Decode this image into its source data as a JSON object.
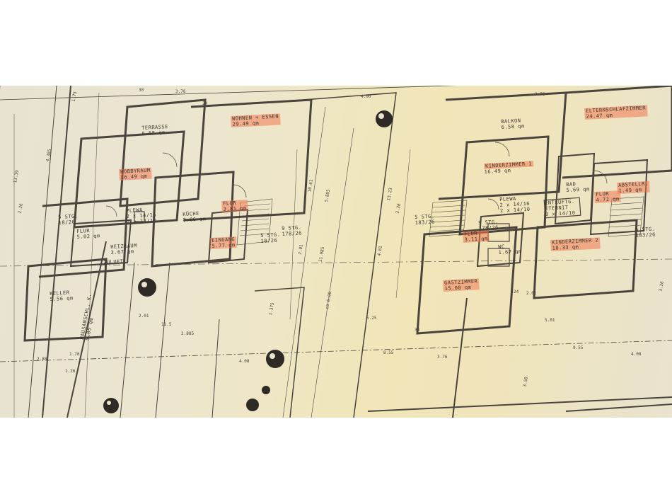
{
  "rooms": {
    "terrasse": {
      "name": "TERRASSE",
      "area": "6.58 qm"
    },
    "wohnen": {
      "name": "WOHNEN + ESSEN",
      "area": "29.49 qm"
    },
    "hobbyraum": {
      "name": "HOBBYRAUM",
      "area": "16.49 qm"
    },
    "kueche": {
      "name": "KÜCHE",
      "area": "8.06 qm"
    },
    "flur_eg": {
      "name": "FLUR",
      "area": "3.81 qm"
    },
    "eingang": {
      "name": "EINGANG",
      "area": "5.77 qm"
    },
    "flur_kg": {
      "name": "FLUR",
      "area": "5.02 qm"
    },
    "heizraum": {
      "name": "HEIZRAUM",
      "area": "3.67 qm"
    },
    "keller": {
      "name": "KELLER",
      "area": "5.56 qm"
    },
    "hausanschl": {
      "name": "HAUSANSCHL. K.",
      "area": "5.05 qm"
    },
    "balkon": {
      "name": "BALKON",
      "area": "6.58 qm"
    },
    "elternschlafzimmer": {
      "name": "ELTERNSCHLAFZIMMER",
      "area": "24.47 qm"
    },
    "kinderzimmer1": {
      "name": "KINDERZIMMER 1",
      "area": "16.49 qm"
    },
    "bad": {
      "name": "BAD",
      "area": "5.69 qm"
    },
    "abstellr": {
      "name": "ABSTELLR.",
      "area": "1.49 qm"
    },
    "flur_og": {
      "name": "FLUR",
      "area": "4.72 qm"
    },
    "flur_dg": {
      "name": "FLUR",
      "area": "3.11 qm"
    },
    "wc": {
      "name": "WC",
      "area": "1.67 qm"
    },
    "kinderzimmer2": {
      "name": "KINDERZIMMER 2",
      "area": "18.33 qm"
    },
    "gastzimmer": {
      "name": "GASTZIMMER",
      "area": "15.08 qm"
    }
  },
  "annotations": {
    "plewa1": "PLEWA",
    "plewa1_dim": "2 x 14/16",
    "plewa1_dim2": "2 x 14/10",
    "plewa2": "PLEWA",
    "plewa2_dim": "2 x 14/16",
    "plewa2_dim2": "2 x 14/10",
    "entluft": "ENTLÜFTG.",
    "eternit": "ETERNIT",
    "eternit_dim": "3 x 14/10",
    "stg1": "5 STG.",
    "stg1_dim": "18/26",
    "stg2": "9 STG.",
    "stg2_dim": "178/26",
    "stg3": "5 STG.",
    "stg3_dim": "18/26",
    "stg4": "5 STG.",
    "stg4_dim": "183/26",
    "stg5": "9 STG.",
    "stg5_dim": "178/26",
    "stg6": "5 STG.",
    "stg6_dim": "183/26",
    "zuluft": "ZULUFT"
  },
  "dimensions": [
    "30",
    "3.76",
    "24",
    "1.75",
    "4.00",
    "3.76",
    "13.39",
    "2.26",
    "4.385",
    "10.61",
    "5.885",
    "13.23",
    "2.26",
    "4.01",
    "2.01",
    "1.375",
    "11.985",
    "ca 6.00",
    "5.25",
    "2.01",
    "5.01",
    "9.55",
    "8.55",
    "4.08",
    "3.76",
    "3.50",
    "1.76",
    "2.88",
    "1.26",
    "2.01",
    "4.08",
    "2.885",
    "3.26",
    "11.5",
    "30",
    "24"
  ],
  "colors": {
    "paper": "#ece6cf",
    "ink": "#3a3530",
    "highlight": "#f27850"
  }
}
